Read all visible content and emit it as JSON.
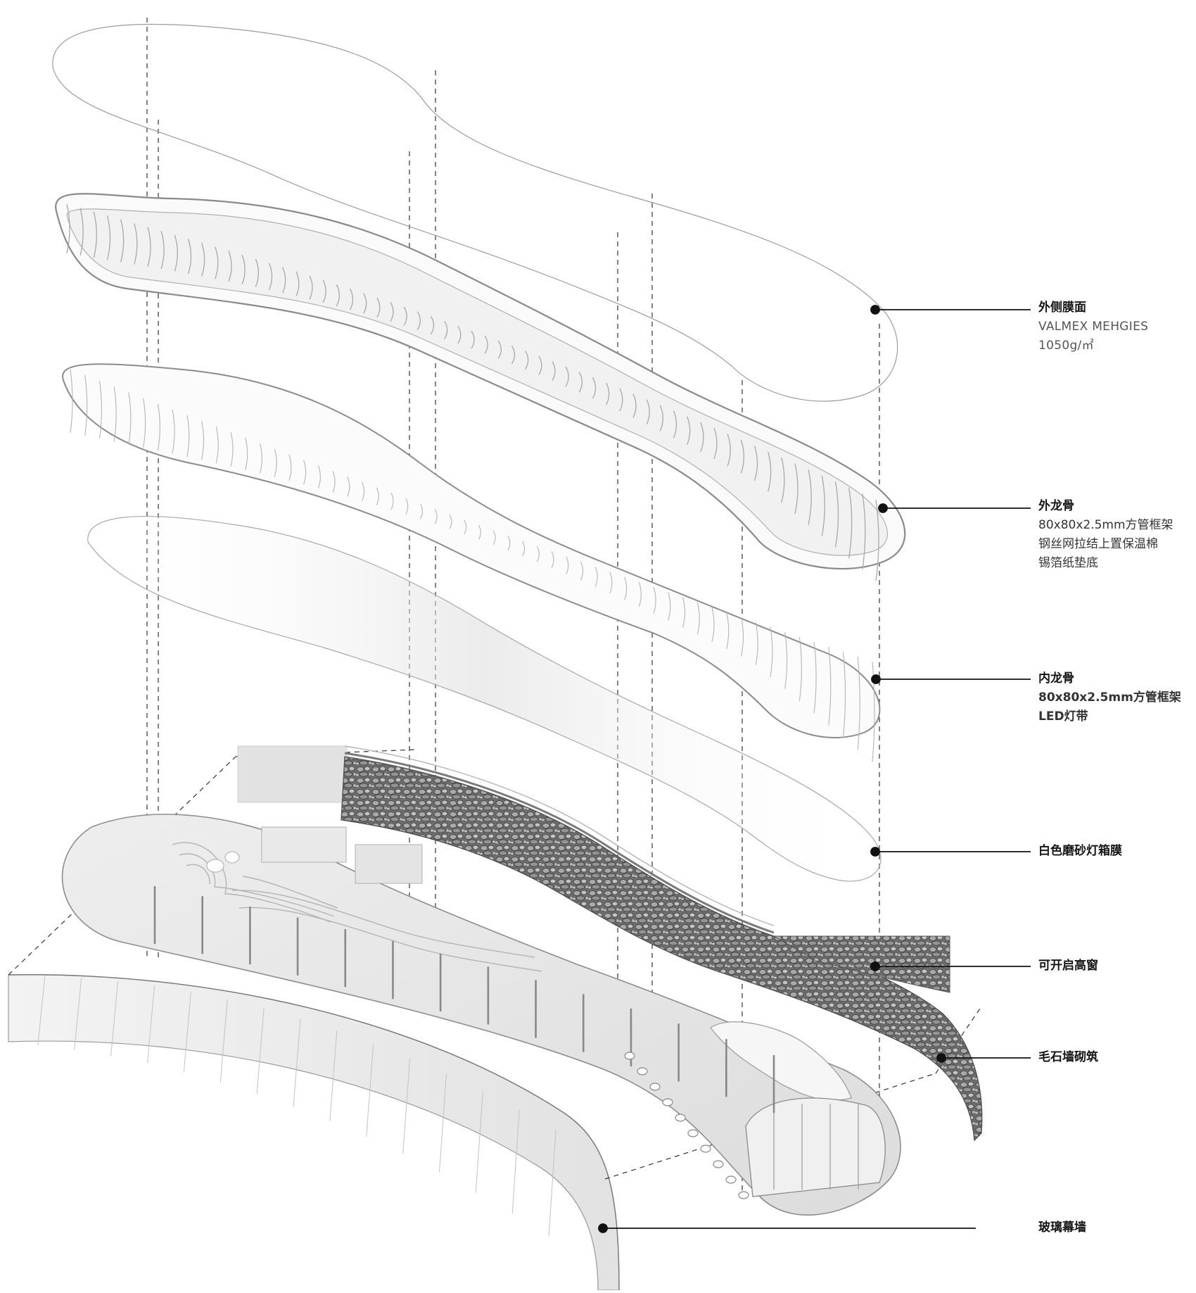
{
  "callouts": [
    {
      "id": "outer-membrane",
      "title": "外侧膜面",
      "lines": [
        "VALMEX MEHGIES",
        "1050g/㎡"
      ]
    },
    {
      "id": "outer-keel",
      "title": "外龙骨",
      "lines": [
        "80x80x2.5mm方管框架",
        "钢丝网拉结上置保温棉",
        "锡箔纸垫底"
      ]
    },
    {
      "id": "inner-keel",
      "title": "内龙骨",
      "lines": [
        "80x80x2.5mm方管框架",
        "LED灯带"
      ]
    },
    {
      "id": "lightbox-film",
      "title": "白色磨砂灯箱膜",
      "lines": []
    },
    {
      "id": "high-window",
      "title": "可开启高窗",
      "lines": []
    },
    {
      "id": "rubble-wall",
      "title": "毛石墙砌筑",
      "lines": []
    },
    {
      "id": "glass-curtain-wall",
      "title": "玻璃幕墙",
      "lines": []
    }
  ],
  "colors": {
    "ink": "#1b1b1b",
    "leader": "#111111",
    "frame": "#9a9a9a",
    "stone": "#5e5e5e",
    "floor": "#e6e6e6"
  }
}
